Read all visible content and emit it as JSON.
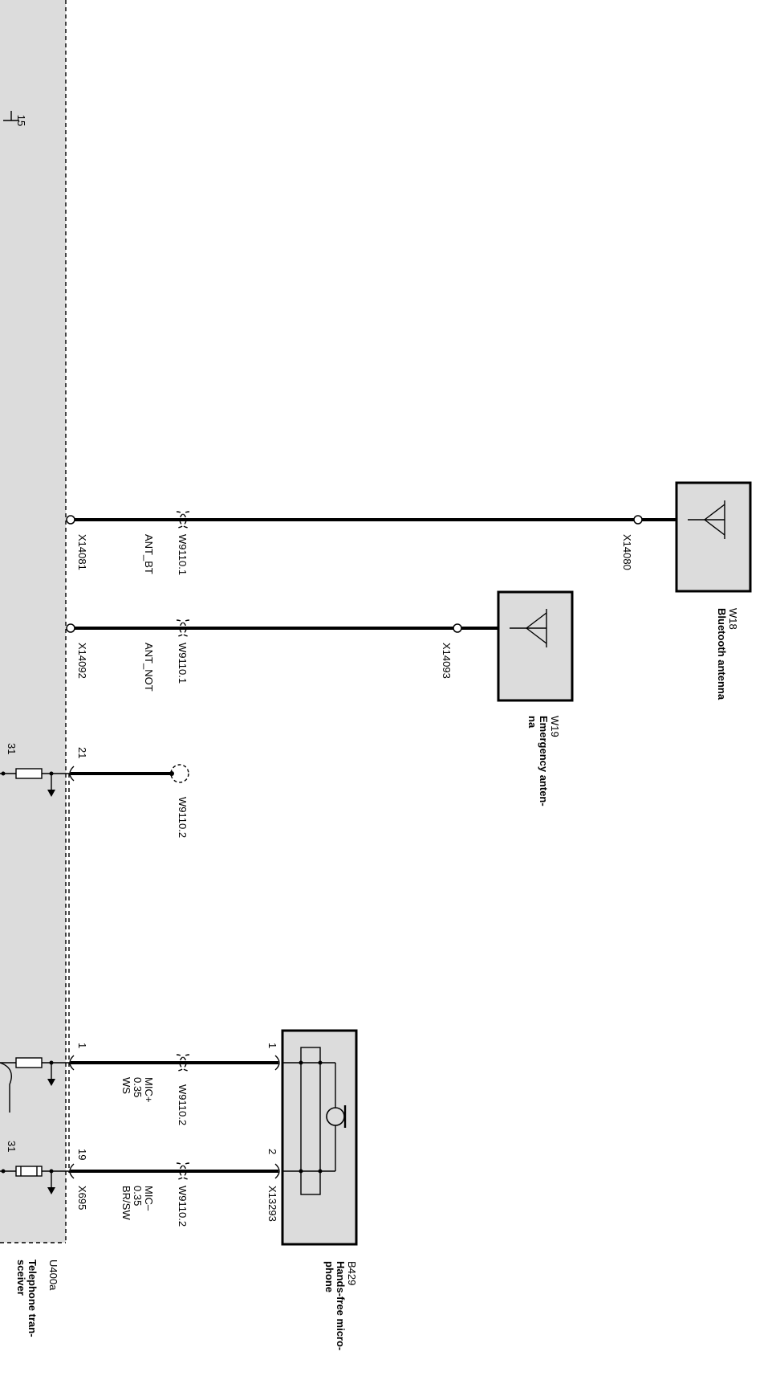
{
  "module": {
    "id": "U400a",
    "name_line1": "Telephone tran-",
    "name_line2": "sceiver"
  },
  "terminal_top": "15",
  "components": {
    "bt_antenna": {
      "id": "W18",
      "name_line1": "Bluetooth antenna"
    },
    "emergency_antenna": {
      "id": "W19",
      "name_line1": "Emergency anten-",
      "name_line2": "na"
    },
    "microphone": {
      "id": "B429",
      "name_line1": "Hands-free micro-",
      "name_line2": "phone"
    }
  },
  "wires": {
    "ant_bt": {
      "signal": "ANT_BT",
      "plug": "W9110.1",
      "conn_module": "X14081",
      "conn_component": "X14080"
    },
    "ant_not": {
      "signal": "ANT_NOT",
      "plug": "W9110.1",
      "conn_module": "X14092",
      "conn_component": "X14093"
    },
    "pin21": {
      "pin": "21",
      "plug": "W9110.2",
      "ground": "31"
    },
    "mic_plus": {
      "pin_module": "1",
      "pin_component": "1",
      "signal": "MIC+",
      "size": "0.35",
      "color": "WS",
      "plug": "W9110.2"
    },
    "mic_minus": {
      "pin_module": "19",
      "pin_component": "2",
      "signal": "MIC–",
      "size": "0.35",
      "color": "BR/SW",
      "plug": "W9110.2",
      "ground": "31",
      "conn_module": "X695",
      "conn_component": "X13293"
    }
  }
}
